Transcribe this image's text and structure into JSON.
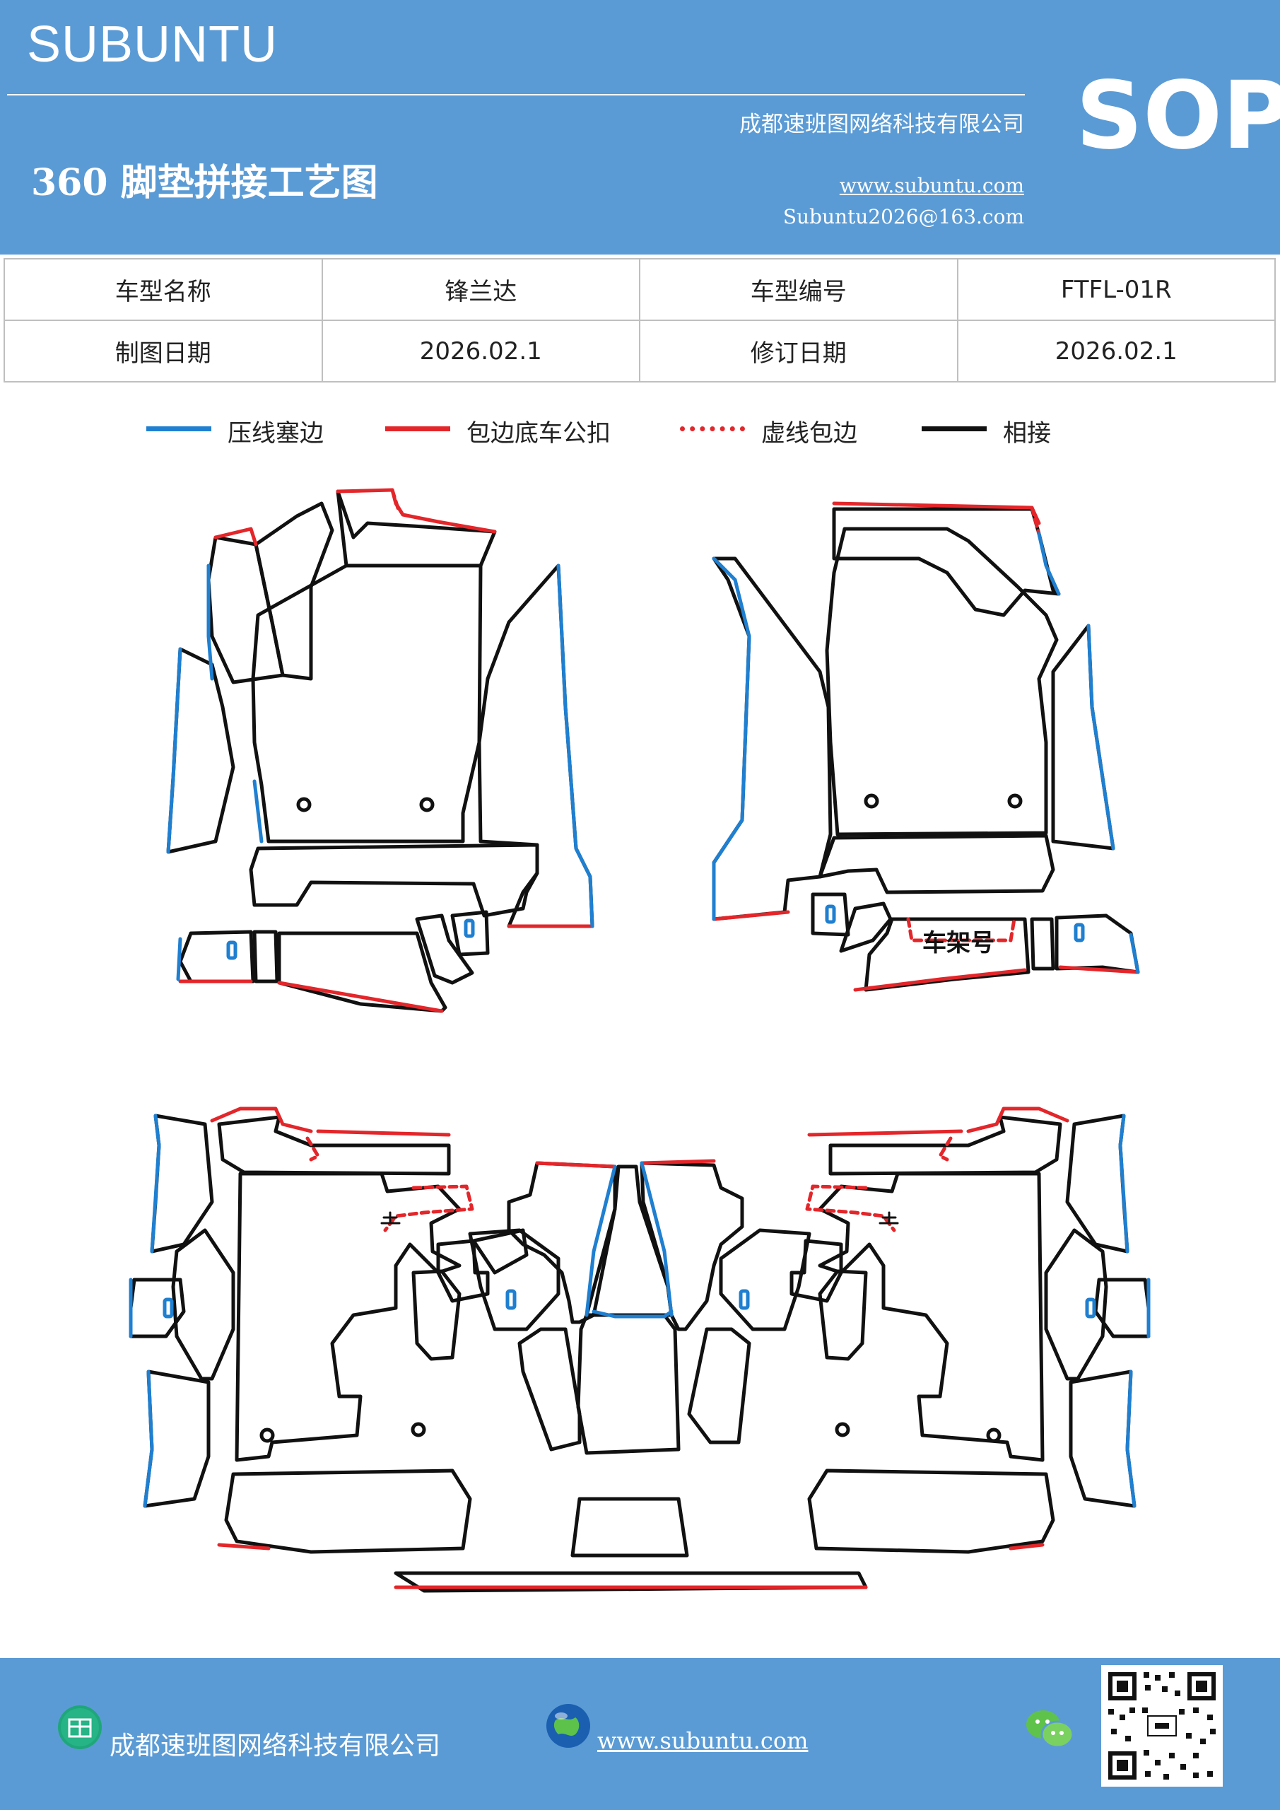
{
  "header": {
    "brand": "SUBUNTU",
    "company": "成都速班图网络科技有限公司",
    "title": "360 脚垫拼接工艺图",
    "website": "www.subuntu.com",
    "email": "Subuntu2026@163.com",
    "badge": "SOP"
  },
  "info_table": {
    "rows": [
      {
        "label1": "车型名称",
        "value1": "锋兰达",
        "label2": "车型编号",
        "value2": "FTFL-01R"
      },
      {
        "label1": "制图日期",
        "value1": "2026.02.1",
        "label2": "修订日期",
        "value2": "2026.02.1"
      }
    ]
  },
  "legend": [
    {
      "label": "压线塞边",
      "color": "#1f7fd0",
      "style": "solid"
    },
    {
      "label": "包边底车公扣",
      "color": "#e3262a",
      "style": "solid"
    },
    {
      "label": "虚线包边",
      "color": "#e3262a",
      "style": "dashed"
    },
    {
      "label": "相接",
      "color": "#111111",
      "style": "solid"
    }
  ],
  "diagram": {
    "frame_label": "车架号",
    "colors": {
      "press": "#1f7fd0",
      "wrap": "#e3262a",
      "join": "#111111"
    }
  },
  "footer": {
    "company": "成都速班图网络科技有限公司",
    "website": "www.subuntu.com",
    "icons": [
      "building-icon",
      "globe-icon",
      "wechat-icon",
      "qr-code-icon"
    ]
  }
}
